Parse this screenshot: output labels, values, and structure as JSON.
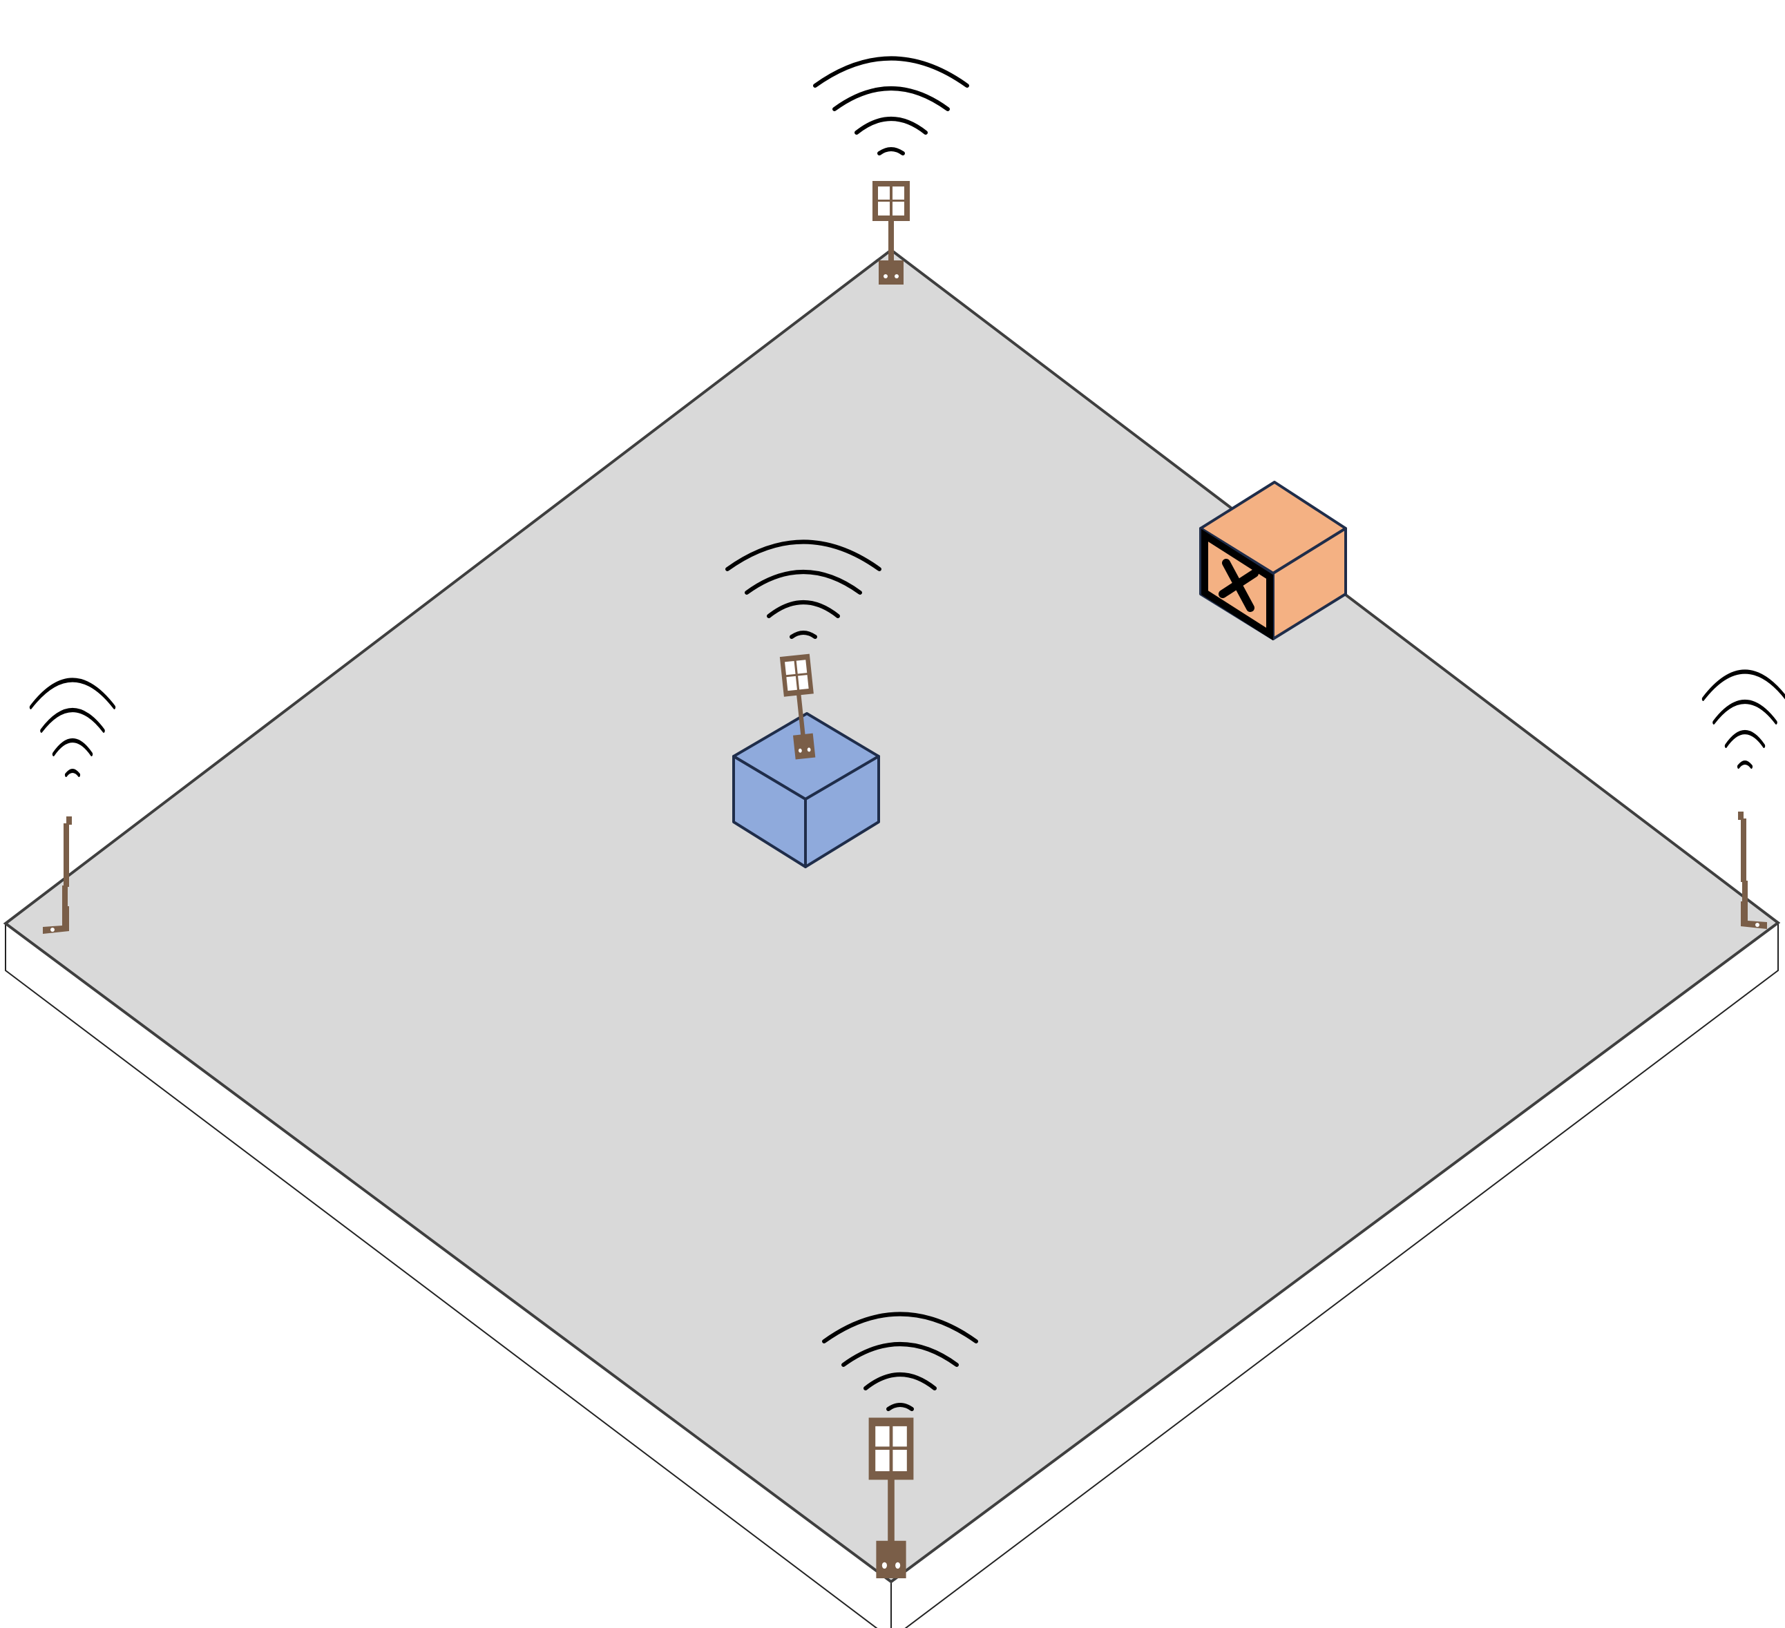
{
  "diagram": {
    "colors": {
      "background": "#ffffff",
      "floor": "#d9d9d9",
      "floor_edge": "#3f3f3f",
      "slab_side": "#ffffff",
      "antenna": "#7a5e48",
      "signal_waves": "#000000",
      "receiver_box_top": "#8faadc",
      "receiver_box_side": "#8faadc",
      "blocked_box_top": "#f4b183",
      "blocked_box_side": "#f4b183",
      "box_outline": "#1f2d4a",
      "blocked_mark": "#000000"
    },
    "objects": {
      "anchors": [
        {
          "id": "top",
          "icon": "antenna-icon",
          "signal": "wifi-waves-icon"
        },
        {
          "id": "left",
          "icon": "antenna-icon",
          "signal": "wifi-waves-icon"
        },
        {
          "id": "right",
          "icon": "antenna-icon",
          "signal": "wifi-waves-icon"
        },
        {
          "id": "bottom",
          "icon": "antenna-icon",
          "signal": "wifi-waves-icon"
        }
      ],
      "receiver": {
        "icon": "antenna-icon",
        "signal": "wifi-waves-icon",
        "shape": "cube"
      },
      "blocked_device": {
        "shape": "cube",
        "mark_icon": "cross-icon"
      }
    }
  }
}
